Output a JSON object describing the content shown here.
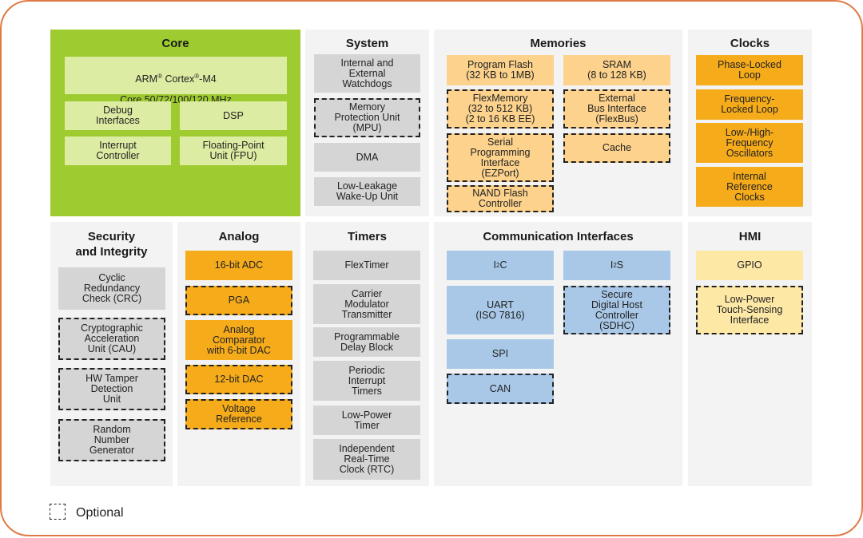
{
  "sections": {
    "core": {
      "title": "Core",
      "cortex_prefix": "ARM",
      "cortex_mid": " Cortex",
      "cortex_suffix": "-M4",
      "cortex_speed": "Core 50/72/100/120 MHz",
      "debug": "Debug\nInterfaces",
      "dsp": "DSP",
      "interrupt": "Interrupt\nController",
      "fpu": "Floating-Point\nUnit (FPU)"
    },
    "system": {
      "title": "System",
      "watchdogs": "Internal and\nExternal\nWatchdogs",
      "mpu": "Memory\nProtection Unit\n(MPU)",
      "dma": "DMA",
      "llwu": "Low-Leakage\nWake-Up Unit"
    },
    "memories": {
      "title": "Memories",
      "program_flash": "Program Flash\n(32 KB to 1MB)",
      "sram": "SRAM\n(8 to 128 KB)",
      "flexmemory": "FlexMemory\n(32 to 512 KB)\n(2 to 16 KB EE)",
      "flexbus": "External\nBus Interface\n(FlexBus)",
      "ezport": "Serial\nProgramming\nInterface\n(EZPort)",
      "cache": "Cache",
      "nand": "NAND Flash\nController"
    },
    "clocks": {
      "title": "Clocks",
      "pll": "Phase-Locked\nLoop",
      "fll": "Frequency-\nLocked Loop",
      "osc": "Low-/High-\nFrequency\nOscillators",
      "irc": "Internal\nReference\nClocks"
    },
    "security": {
      "title": "Security\nand Integrity",
      "crc": "Cyclic\nRedundancy\nCheck (CRC)",
      "cau": "Cryptographic\nAcceleration\nUnit (CAU)",
      "tamper": "HW Tamper\nDetection\nUnit",
      "rng": "Random\nNumber\nGenerator"
    },
    "analog": {
      "title": "Analog",
      "adc": "16-bit ADC",
      "pga": "PGA",
      "comparator": "Analog\nComparator\nwith 6-bit DAC",
      "dac": "12-bit DAC",
      "vref": "Voltage\nReference"
    },
    "timers": {
      "title": "Timers",
      "flextimer": "FlexTimer",
      "cmt": "Carrier\nModulator\nTransmitter",
      "pdb": "Programmable\nDelay Block",
      "pit": "Periodic\nInterrupt\nTimers",
      "lptimer": "Low-Power\nTimer",
      "rtc": "Independent\nReal-Time\nClock (RTC)"
    },
    "comm": {
      "title": "Communication Interfaces",
      "i2c_main": "I",
      "i2c_sup": "2",
      "i2c_end": "C",
      "i2s_main": "I",
      "i2s_sup": "2",
      "i2s_end": "S",
      "uart": "UART\n(ISO 7816)",
      "sdhc": "Secure\nDigital Host\nController\n(SDHC)",
      "spi": "SPI",
      "can": "CAN"
    },
    "hmi": {
      "title": "HMI",
      "gpio": "GPIO",
      "tsi": "Low-Power\nTouch-Sensing\nInterface"
    }
  },
  "legend": {
    "label": "Optional"
  },
  "colors": {
    "core_green": "#9ecb2f",
    "light_green": "#ddeca3",
    "gray": "#d5d5d5",
    "peach": "#fcd28c",
    "orange": "#f6ab1b",
    "blue": "#a9c8e8",
    "light_yellow": "#fde8a6",
    "frame": "#e07a45"
  }
}
